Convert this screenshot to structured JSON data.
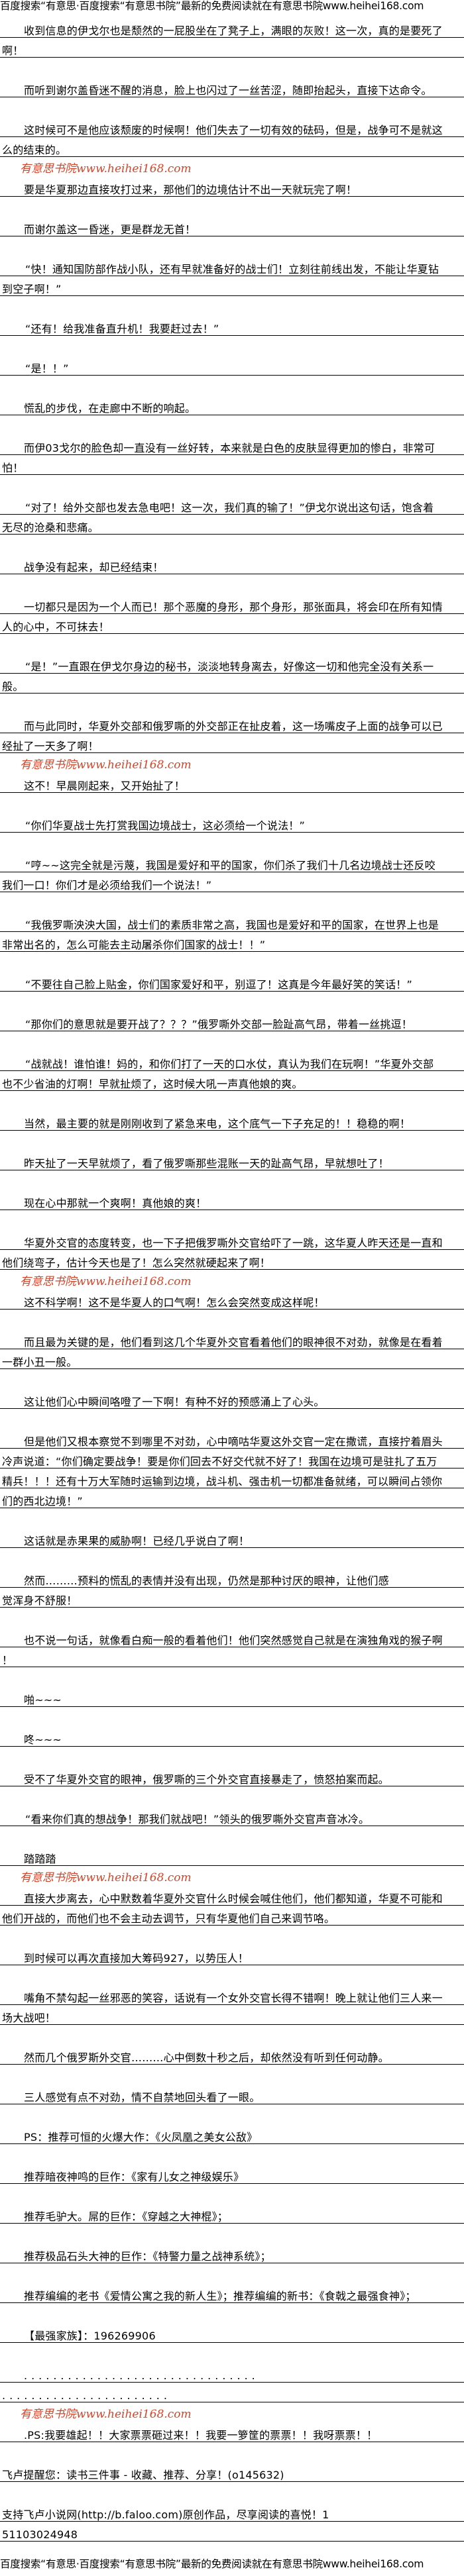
{
  "header": {
    "text": "百度搜索“有意思·百度搜索“有意思书院”最新的免费阅读就在有意思书院www.heihei168.com"
  },
  "watermark": {
    "text": "有意思书院www.heihei168.com",
    "color": "#d5452a"
  },
  "paragraphs": [
    {
      "indent": true,
      "lines": [
        "收到信息的伊戈尔也是颓然的一屁股坐在了凳子上，满眼的灰败！这一次，真的是要死了",
        "啊！"
      ]
    },
    {
      "indent": true,
      "lines": [
        "而听到谢尔盖昏迷不醒的消息，脸上也闪过了一丝苦涩，随即抬起头，直接下达命令。"
      ]
    },
    {
      "indent": true,
      "lines": [
        "这时候可不是他应该颓废的时候啊！他们失去了一切有效的砝码，但是，战争可不是就这",
        "么的结束的。"
      ]
    },
    {
      "indent": true,
      "lines": [
        "要是华夏那边直接攻打过来，那他们的边境估计不出一天就玩完了啊！"
      ]
    },
    {
      "indent": true,
      "lines": [
        "而谢尔盖这一昏迷，更是群龙无首！"
      ]
    },
    {
      "indent": true,
      "lines": [
        "“快！通知国防部作战小队，还有早就准备好的战士们！立刻往前线出发，不能让华夏钻",
        "到空子啊！”"
      ]
    },
    {
      "indent": true,
      "lines": [
        "“还有！给我准备直升机！我要赶过去！”"
      ]
    },
    {
      "indent": true,
      "lines": [
        "“是！！”"
      ]
    },
    {
      "indent": true,
      "lines": [
        "慌乱的步伐，在走廊中不断的响起。"
      ]
    },
    {
      "indent": true,
      "lines": [
        "而伊03戈尔的脸色却一直没有一丝好转，本来就是白色的皮肤显得更加的惨白，非常可",
        "怕！"
      ]
    },
    {
      "indent": true,
      "lines": [
        "“对了！给外交部也发去急电吧！这一次，我们真的输了！”伊戈尔说出这句话，饱含着",
        "无尽的沧桑和悲痛。"
      ]
    },
    {
      "indent": true,
      "lines": [
        "战争没有起来，却已经结束！"
      ]
    },
    {
      "indent": true,
      "lines": [
        "一切都只是因为一个人而已！那个恶魔的身形，那个身形，那张面具，将会印在所有知情",
        "人的心中，不可抹去！"
      ]
    },
    {
      "indent": true,
      "lines": [
        "“是！”一直跟在伊戈尔身边的秘书，淡淡地转身离去，好像这一切和他完全没有关系一",
        "般。"
      ]
    },
    {
      "indent": true,
      "lines": [
        "而与此同时，华夏外交部和俄罗嘶的外交部正在扯皮着，这一场嘴皮子上面的战争可以已",
        "经扯了一天多了啊！"
      ]
    },
    {
      "indent": true,
      "lines": [
        "这不！早晨刚起来，又开始扯了！"
      ]
    },
    {
      "indent": true,
      "lines": [
        "“你们华夏战士先打赏我国边境战士，这必须给一个说法！”"
      ]
    },
    {
      "indent": true,
      "lines": [
        "“哼~~这完全就是污蔑，我国是爱好和平的国家，你们杀了我们十几名边境战士还反咬",
        "我们一口！你们才是必须给我们一个说法！”"
      ]
    },
    {
      "indent": true,
      "lines": [
        "“我俄罗嘶泱泱大国，战士们的素质非常之高，我国也是爱好和平的国家，在世界上也是",
        "非常出名的，怎么可能去主动屠杀你们国家的战士！！”"
      ]
    },
    {
      "indent": true,
      "lines": [
        "“不要往自己脸上贴金，你们国家爱好和平，别逗了！这真是今年最好笑的笑话！”"
      ]
    },
    {
      "indent": true,
      "lines": [
        "“那你们的意思就是要开战了？？？”俄罗嘶外交部一脸趾高气昂，带着一丝挑逗！"
      ]
    },
    {
      "indent": true,
      "lines": [
        "“战就战！谁怕谁！妈的，和你们打了一天的口水仗，真认为我们在玩啊！”华夏外交部",
        "也不少省油的灯啊！早就扯烦了，这时候大吼一声真他娘的爽。"
      ]
    },
    {
      "indent": true,
      "lines": [
        "当然，最主要的就是刚刚收到了紧急来电，这个底气一下子充足的！！稳稳的啊！"
      ]
    },
    {
      "indent": true,
      "lines": [
        "昨天扯了一天早就烦了，看了俄罗嘶那些混账一天的趾高气昂，早就想吐了！"
      ]
    },
    {
      "indent": true,
      "lines": [
        "现在心中那就一个爽啊！真他娘的爽！"
      ]
    },
    {
      "indent": true,
      "lines": [
        "华夏外交官的态度转变，也一下子把俄罗嘶外交官给吓了一跳，这华夏人昨天还是一直和",
        "他们绕弯子，估计今天也是了！怎么突然就硬起来了啊！"
      ]
    },
    {
      "indent": true,
      "lines": [
        "这不科学啊！这不是华夏人的口气啊！怎么会突然变成这样呢！"
      ]
    },
    {
      "indent": true,
      "lines": [
        "而且最为关键的是，他们看到这几个华夏外交官看着他们的眼神很不对劲，就像是在看着",
        "一群小丑一般。"
      ]
    },
    {
      "indent": true,
      "lines": [
        "这让他们心中瞬间咯噔了一下啊！有种不好的预感涌上了心头。"
      ]
    },
    {
      "indent": true,
      "lines": [
        "但是他们又根本察觉不到哪里不对劲，心中嘀咕华夏这外交官一定在撒谎，直接拧着眉头",
        "冷声说道：“你们确定要战争！要是你们回去不好交代就不好了！我国在边境可是驻扎了五万",
        "精兵！！！还有十万大军随时运输到边境，战斗机、强击机一切都准备就绪，可以瞬间占领你",
        "们的西北边境！”"
      ]
    },
    {
      "indent": true,
      "lines": [
        "这话就是赤果果的威胁啊！已经几乎说白了啊！"
      ]
    },
    {
      "indent": true,
      "lines": [
        "然而………预料的慌乱的表情并没有出现，仍然是那种讨厌的眼神，让他们感",
        "觉浑身不舒服！"
      ]
    },
    {
      "indent": true,
      "lines": [
        "也不说一句话，就像看白痴一般的看着他们！他们突然感觉自己就是在演独角戏的猴子啊",
        "！"
      ]
    },
    {
      "indent": true,
      "lines": [
        "啪~~~"
      ]
    },
    {
      "indent": true,
      "lines": [
        "咚~~~"
      ]
    },
    {
      "indent": true,
      "lines": [
        "受不了华夏外交官的眼神，俄罗嘶的三个外交官直接暴走了，愤怒拍案而起。"
      ]
    },
    {
      "indent": true,
      "lines": [
        "“看来你们真的想战争！那我们就战吧！”领头的俄罗嘶外交官声音冰冷。"
      ]
    },
    {
      "indent": true,
      "lines": [
        "踏踏踏"
      ]
    },
    {
      "indent": true,
      "lines": [
        "直接大步离去，心中默数着华夏外交官什么时候会喊住他们，他们都知道，华夏不可能和",
        "他们开战的，而他们也不会主动去调节，只有华夏他们自己来调节咯。"
      ]
    },
    {
      "indent": true,
      "lines": [
        "到时候可以再次直接加大筹码927，以势压人！"
      ]
    },
    {
      "indent": true,
      "lines": [
        "嘴角不禁勾起一丝邪恶的笑容，话说有一个女外交官长得不错啊！晚上就让他们三人来一",
        "场大战吧！"
      ]
    },
    {
      "indent": true,
      "lines": [
        "然而几个俄罗斯外交官………心中倒数十秒之后，却依然没有听到任何动静。"
      ]
    },
    {
      "indent": true,
      "lines": [
        "三人感觉有点不对劲，情不自禁地回头看了一眼。"
      ]
    },
    {
      "indent": true,
      "lines": [
        "PS：推荐可恒的火爆大作：《火凤凰之美女公敌》"
      ]
    },
    {
      "indent": true,
      "lines": [
        "推荐暗夜神鸣的巨作：《家有儿女之神级娱乐》"
      ]
    },
    {
      "indent": true,
      "lines": [
        "推荐毛驴大。屌的巨作：《穿越之大神棍》；"
      ]
    },
    {
      "indent": true,
      "lines": [
        "推荐极品石头大神的巨作：《特警力量之战神系统》；"
      ]
    },
    {
      "indent": true,
      "lines": [
        "推荐编编的老书《爱情公寓之我的新人生》；推荐编编的新书：《食戟之最强食神》；"
      ]
    },
    {
      "indent": true,
      "lines": [
        "【最强家族】：196269906"
      ]
    },
    {
      "indent": true,
      "dots": true,
      "lines": [
        "................................",
        "......................."
      ]
    },
    {
      "indent": true,
      "lines": [
        ".PS:我要雄起！！大家票票砸过来！！我要一箩筐的票票！！我呀票票！！"
      ]
    },
    {
      "indent": false,
      "lines": [
        "飞卢提醒您：读书三件事 - 收藏、推荐、分享！(o145632)"
      ]
    },
    {
      "indent": false,
      "lines": [
        "支持飞卢小说网(http://b.faloo.com)原创作品，尽享阅读的喜悦！1",
        "51103024948"
      ]
    }
  ],
  "footer": {
    "text": "百度搜索“有意思·百度搜索“有意思书院”最新的免费阅读就在有意思书院www.heihei168.com"
  }
}
